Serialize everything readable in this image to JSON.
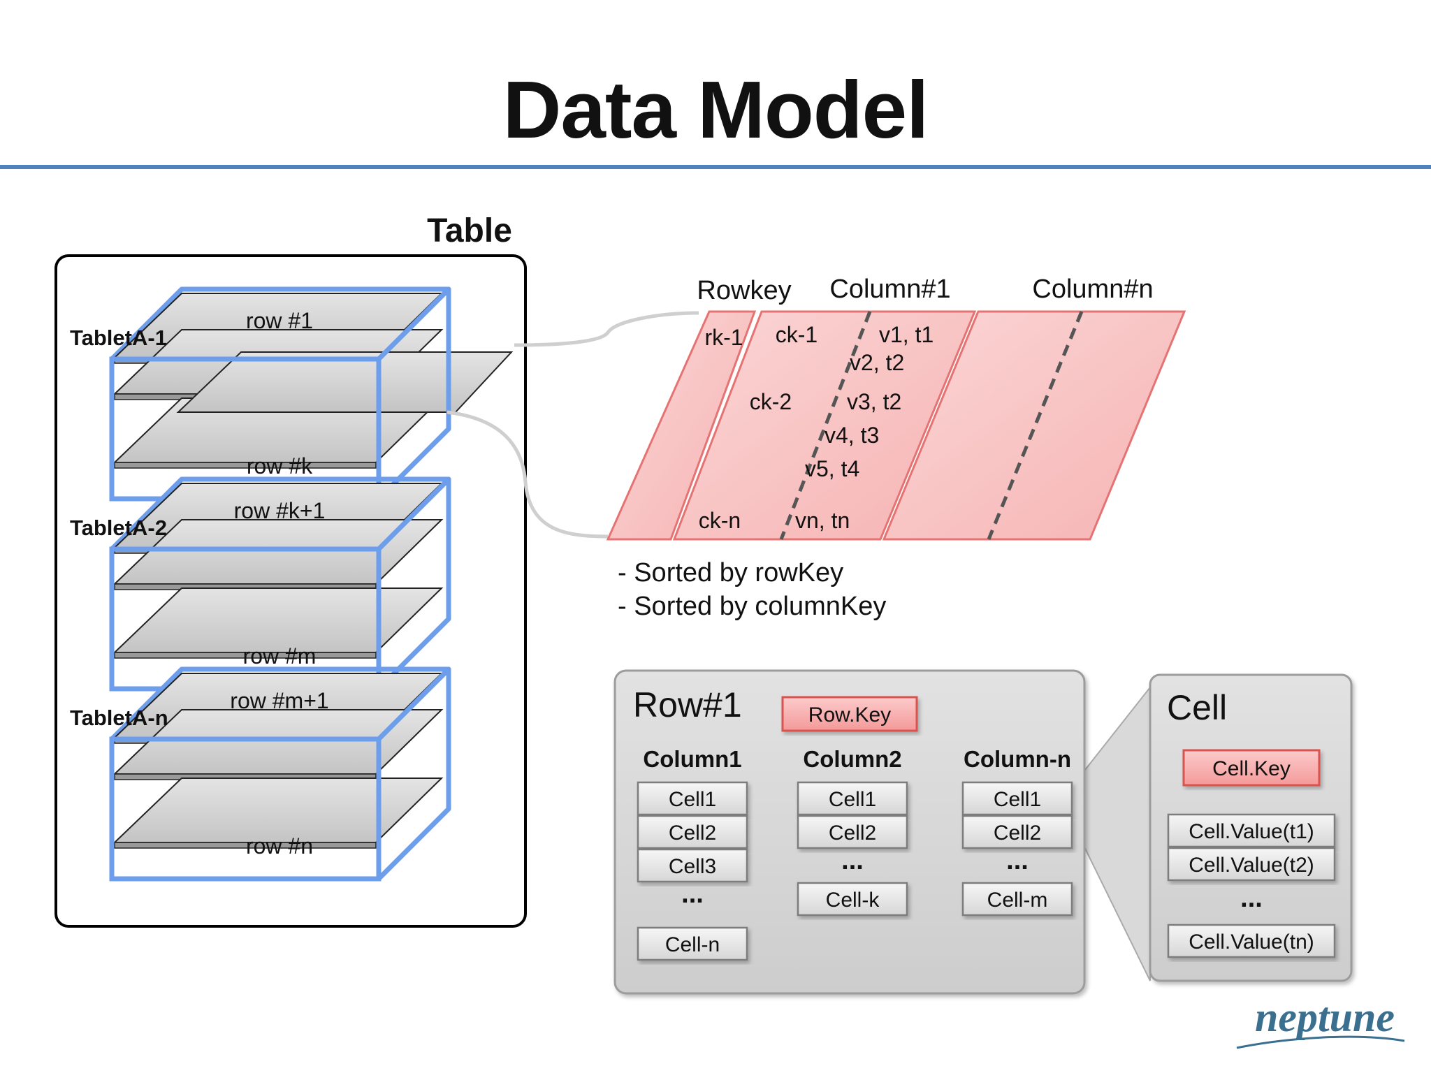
{
  "title": "Data Model",
  "table": {
    "label": "Table",
    "tablets": [
      {
        "name": "TabletA-1",
        "top_row": "row #1",
        "bottom_row": "row #k"
      },
      {
        "name": "TabletA-2",
        "top_row": "row #k+1",
        "bottom_row": "row #m"
      },
      {
        "name": "TabletA-n",
        "top_row": "row #m+1",
        "bottom_row": "row #n"
      }
    ]
  },
  "rowspace": {
    "headers": {
      "rowkey": "Rowkey",
      "column1": "Column#1",
      "columnn": "Column#n"
    },
    "rowkey_value": "rk-1",
    "column_keys": [
      "ck-1",
      "ck-2",
      "ck-n"
    ],
    "values": [
      "v1, t1",
      "v2, t2",
      "v3, t2",
      "v4, t3",
      "v5, t4",
      "vn, tn"
    ],
    "notes": [
      "- Sorted by rowKey",
      "- Sorted by columnKey"
    ]
  },
  "row_box": {
    "title": "Row#1",
    "key_label": "Row.Key",
    "columns": [
      {
        "name": "Column1",
        "cells": [
          "Cell1",
          "Cell2",
          "Cell3"
        ],
        "ellipsis": "...",
        "last": "Cell-n"
      },
      {
        "name": "Column2",
        "cells": [
          "Cell1",
          "Cell2"
        ],
        "ellipsis": "...",
        "last": "Cell-k"
      },
      {
        "name": "Column-n",
        "cells": [
          "Cell1",
          "Cell2"
        ],
        "ellipsis": "...",
        "last": "Cell-m"
      }
    ]
  },
  "cell_box": {
    "title": "Cell",
    "key_label": "Cell.Key",
    "values": [
      "Cell.Value(t1)",
      "Cell.Value(t2)"
    ],
    "ellipsis": "...",
    "last": "Cell.Value(tn)"
  },
  "logo": "neptune",
  "colors": {
    "accent_blue": "#4f81bd",
    "tablet_blue": "#6d9eeb",
    "pink": "#f9c4c4",
    "pink_stroke": "#e57373",
    "key_fill": "#f8b0b0"
  }
}
